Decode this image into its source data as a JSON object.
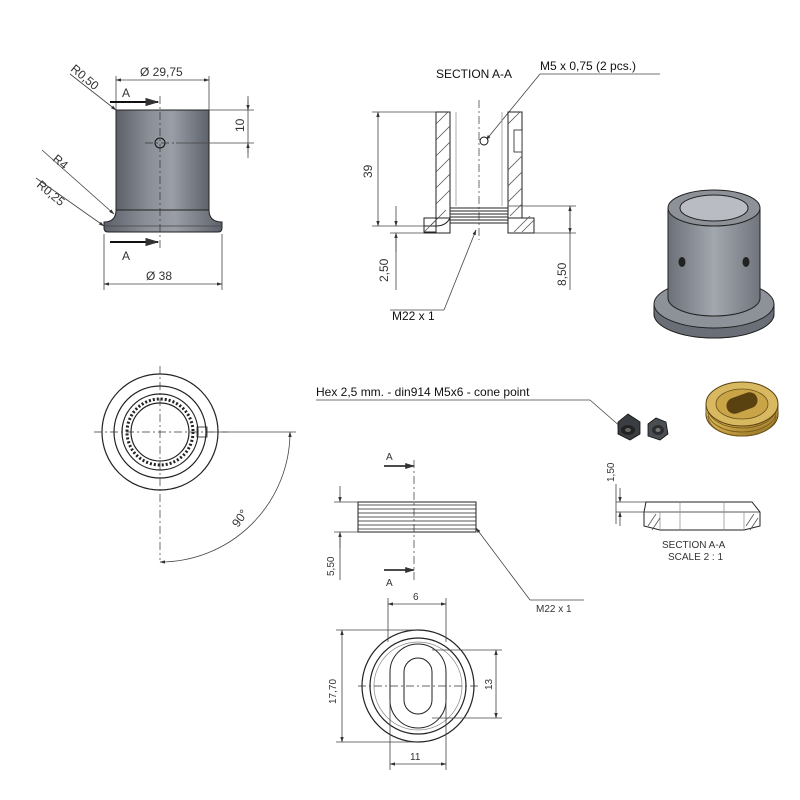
{
  "part_body": {
    "dims": {
      "r_top": "R0,50",
      "dia_top": "Ø 29,75",
      "height_10": "10",
      "r4": "R4",
      "r025": "R0,25",
      "dia_base": "Ø 38"
    },
    "section_marks": {
      "top": "A",
      "bottom": "A"
    }
  },
  "section_view": {
    "title": "SECTION A-A",
    "callout_hole": "M5 x 0,75 (2 pcs.)",
    "callout_thread": "M22 x 1",
    "dims": {
      "h39": "39",
      "h250": "2,50",
      "h850": "8,50"
    }
  },
  "end_view": {
    "angle": "90°"
  },
  "setscrew": {
    "label": "Hex 2,5 mm. - din914 M5x6 - cone point"
  },
  "nut_section": {
    "dim_150": "1,50",
    "title": "SECTION A-A",
    "scale": "SCALE 2 : 1"
  },
  "nut_side": {
    "marks": {
      "top": "A",
      "bottom": "A"
    },
    "dim_550": "5,50",
    "callout_thread": "M22 x 1"
  },
  "nut_front": {
    "dims": {
      "w6": "6",
      "h1770": "17,70",
      "h13": "13",
      "w11": "11"
    }
  },
  "colors": {
    "part_fill": "#7f838c",
    "part_dark": "#5f636b",
    "brass": "#c9a548",
    "brass_dark": "#8a6a20"
  }
}
